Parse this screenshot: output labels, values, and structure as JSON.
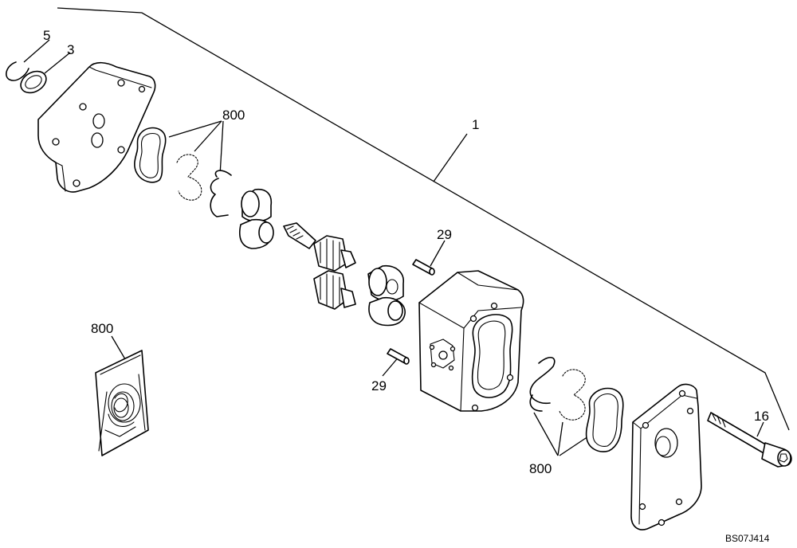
{
  "labels": {
    "assembly": "1",
    "retaining_ring": "5",
    "seal": "3",
    "seal_kit_top": "800",
    "seal_kit_bag": "800",
    "seal_kit_bottom": "800",
    "dowel_top": "29",
    "dowel_bottom": "29",
    "bolt": "16"
  },
  "drawing_code": "BS07J414"
}
